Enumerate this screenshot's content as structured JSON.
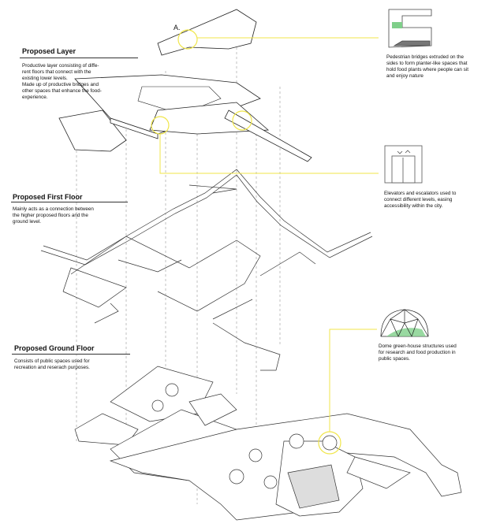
{
  "marker": "A.",
  "sections": [
    {
      "title": "Proposed Layer",
      "body": [
        "Productive layer consisting of diffe-",
        "rent floors that connect with the",
        "existing lower levels.",
        "Made up of productive bridges and",
        "other spaces that enhance the food-",
        "experience."
      ]
    },
    {
      "title": "Proposed First Floor",
      "body": [
        "Mainly acts as a connection between",
        "the higher proposed floors and the",
        "ground level."
      ]
    },
    {
      "title": "Proposed Ground Floor",
      "body": [
        "Consists of public spaces used for",
        "recreation and reserach purposes."
      ]
    }
  ],
  "callouts": [
    {
      "icon": "planter-bridge-icon",
      "text": [
        "Pedestrian bridges extruded on the",
        "sides to form planter-like spaces that",
        "hold food plants where people can sit",
        "and enjoy nature"
      ]
    },
    {
      "icon": "elevator-icon",
      "text": [
        "Elevators and escalators used to",
        "connect different levels, easing",
        "accessibility within the city."
      ]
    },
    {
      "icon": "geodesic-dome-icon",
      "text": [
        "Dome green-house structures used",
        "for research and food production in",
        "public spaces."
      ]
    }
  ],
  "colors": {
    "highlight": "#f0e64a",
    "plant": "#7fcf8a",
    "line": "#333333"
  }
}
